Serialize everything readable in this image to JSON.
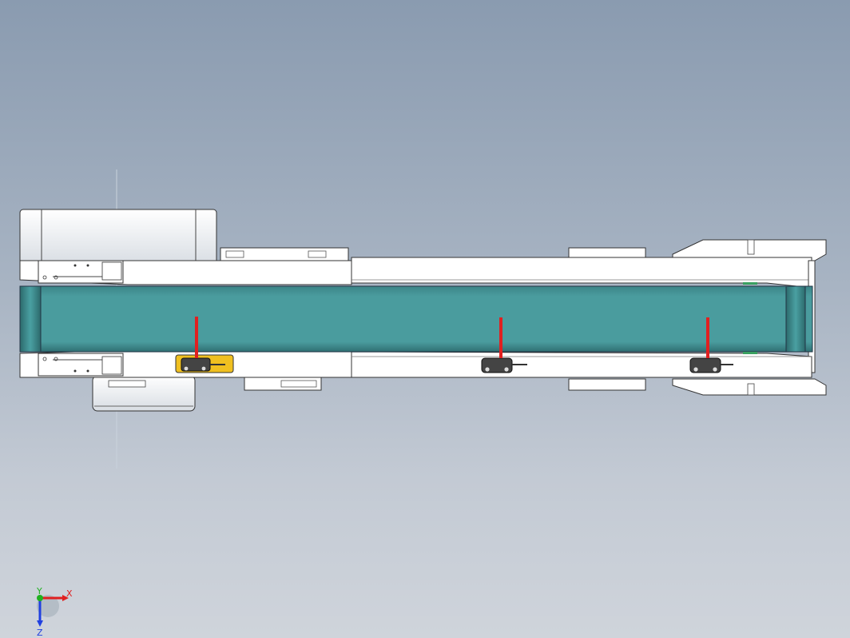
{
  "viewport": {
    "background_top": "#8a9bb0",
    "background_bottom": "#cfd4db"
  },
  "model": {
    "belt_color": "#4a9c9e",
    "frame_color": "#ffffff",
    "sensor_beam_color": "#e02020",
    "selected_highlight_color": "#f0c020",
    "sensor_count": 3
  },
  "triad": {
    "x_label": "X",
    "y_label": "Y",
    "z_label": "Z",
    "x_color": "#e02020",
    "y_color": "#20b020",
    "z_color": "#2040e0"
  }
}
